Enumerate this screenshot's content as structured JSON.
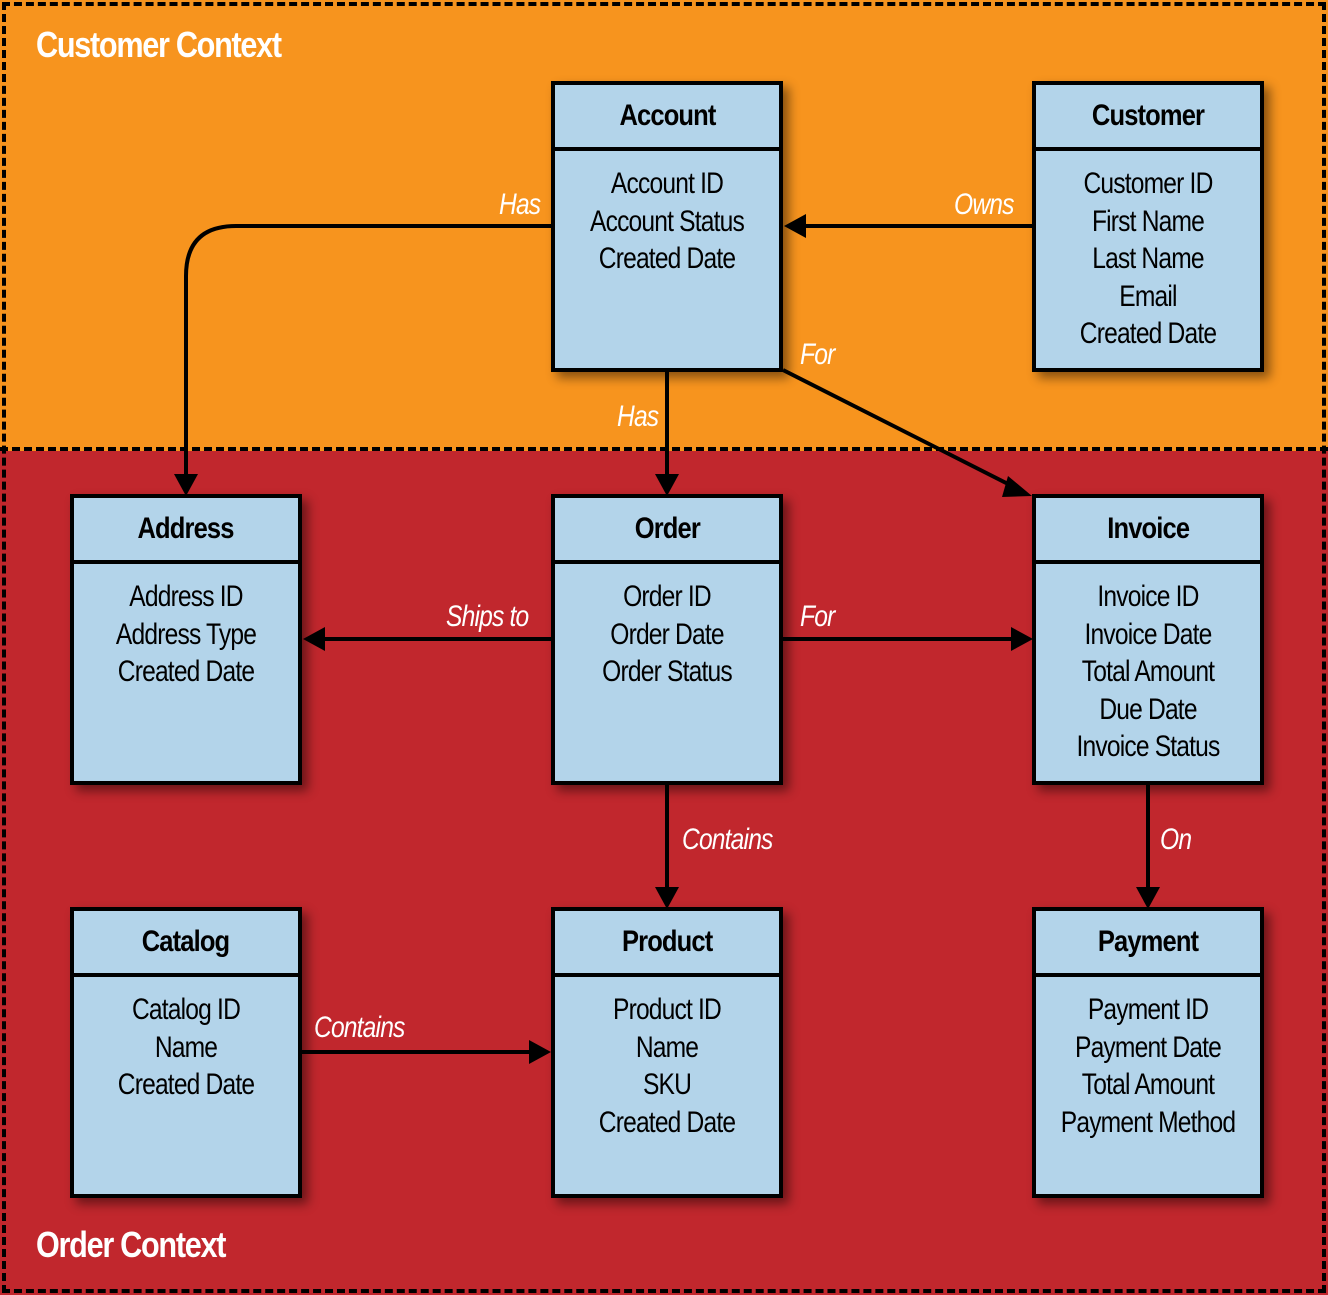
{
  "contexts": {
    "customer": {
      "title": "Customer Context",
      "color": "#f7941e"
    },
    "order": {
      "title": "Order Context",
      "color": "#c1272d"
    }
  },
  "entity_color": "#b3d4ea",
  "entities": {
    "account": {
      "name": "Account",
      "attributes": [
        "Account ID",
        "Account Status",
        "Created Date"
      ]
    },
    "customer": {
      "name": "Customer",
      "attributes": [
        "Customer ID",
        "First Name",
        "Last Name",
        "Email",
        "Created Date"
      ]
    },
    "address": {
      "name": "Address",
      "attributes": [
        "Address ID",
        "Address Type",
        "Created Date"
      ]
    },
    "order": {
      "name": "Order",
      "attributes": [
        "Order ID",
        "Order Date",
        "Order Status"
      ]
    },
    "invoice": {
      "name": "Invoice",
      "attributes": [
        "Invoice ID",
        "Invoice Date",
        "Total Amount",
        "Due Date",
        "Invoice Status"
      ]
    },
    "catalog": {
      "name": "Catalog",
      "attributes": [
        "Catalog ID",
        "Name",
        "Created Date"
      ]
    },
    "product": {
      "name": "Product",
      "attributes": [
        "Product ID",
        "Name",
        "SKU",
        "Created Date"
      ]
    },
    "payment": {
      "name": "Payment",
      "attributes": [
        "Payment ID",
        "Payment Date",
        "Total Amount",
        "Payment Method"
      ]
    }
  },
  "relationships": [
    {
      "from": "Account",
      "to": "Address",
      "label": "Has"
    },
    {
      "from": "Customer",
      "to": "Account",
      "label": "Owns"
    },
    {
      "from": "Account",
      "to": "Order",
      "label": "Has"
    },
    {
      "from": "Account",
      "to": "Invoice",
      "label": "For"
    },
    {
      "from": "Order",
      "to": "Address",
      "label": "Ships to"
    },
    {
      "from": "Order",
      "to": "Invoice",
      "label": "For"
    },
    {
      "from": "Order",
      "to": "Product",
      "label": "Contains"
    },
    {
      "from": "Invoice",
      "to": "Payment",
      "label": "On"
    },
    {
      "from": "Catalog",
      "to": "Product",
      "label": "Contains"
    }
  ]
}
